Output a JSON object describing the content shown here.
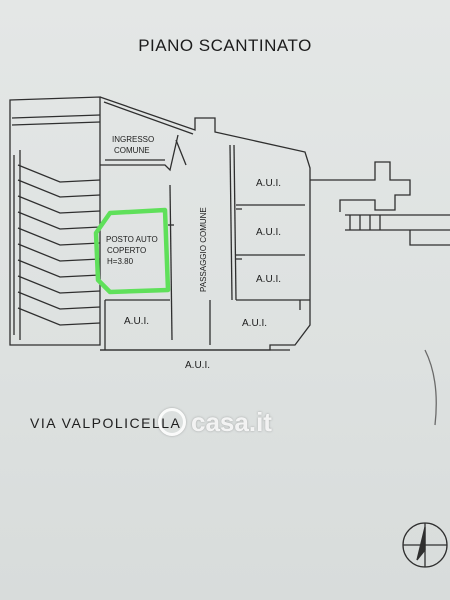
{
  "title": "PIANO SCANTINATO",
  "street": "VIA VALPOLICELLA",
  "watermark": "casa.it",
  "rooms": {
    "entrance": [
      "INGRESSO",
      "COMUNE"
    ],
    "parking": [
      "POSTO AUTO",
      "COPERTO",
      "H=3.80"
    ],
    "corridor": "PASSAGGIO COMUNE",
    "aui": "A.U.I."
  },
  "colors": {
    "highlight": "#5fe05a",
    "line": "#2f2f2f"
  }
}
